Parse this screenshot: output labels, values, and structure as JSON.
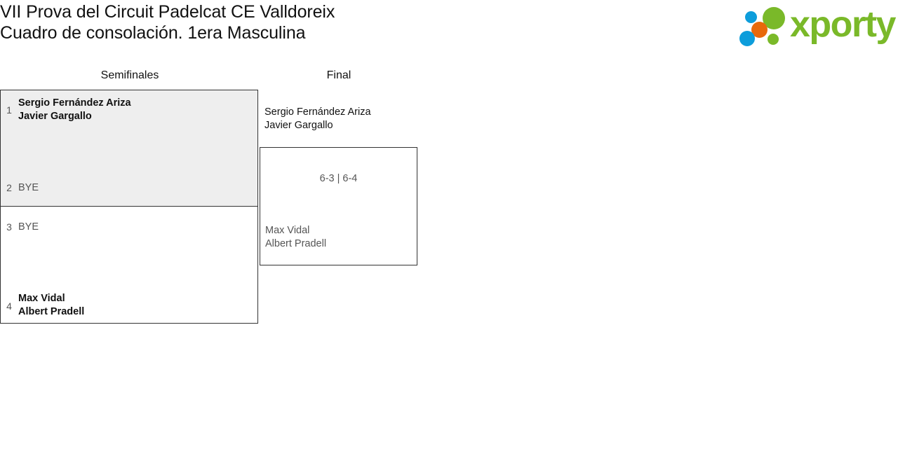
{
  "header": {
    "title": "VII Prova del Circuit Padelcat CE Valldoreix\nCuadro de consolación. 1era Masculina",
    "logo": {
      "wordmark": "xporty",
      "dot_colors": [
        "#0d9ddb",
        "#7ab929",
        "#e8690b",
        "#0d9ddb",
        "#7ab929"
      ],
      "green": "#7ab929",
      "blue": "#0d9ddb",
      "orange": "#e8690b"
    }
  },
  "bracket": {
    "rounds": [
      {
        "label": "Semifinales"
      },
      {
        "label": "Final"
      }
    ],
    "semifinal": {
      "slots": [
        {
          "seed": "1",
          "names": "Sergio Fernández Ariza\nJavier Gargallo",
          "state": "winner"
        },
        {
          "seed": "2",
          "names": "BYE",
          "state": "bye"
        },
        {
          "seed": "3",
          "names": "BYE",
          "state": "bye"
        },
        {
          "seed": "4",
          "names": "Max Vidal\nAlbert Pradell",
          "state": "winner"
        }
      ]
    },
    "final": {
      "winner_names": "Sergio Fernández Ariza\nJavier Gargallo",
      "runnerup_names": "Max Vidal\nAlbert Pradell",
      "score": "6-3 | 6-4"
    },
    "colors": {
      "highlight_bg": "#eeeeee",
      "border": "#333333",
      "muted_text": "#555555",
      "primary_text": "#111111"
    }
  }
}
